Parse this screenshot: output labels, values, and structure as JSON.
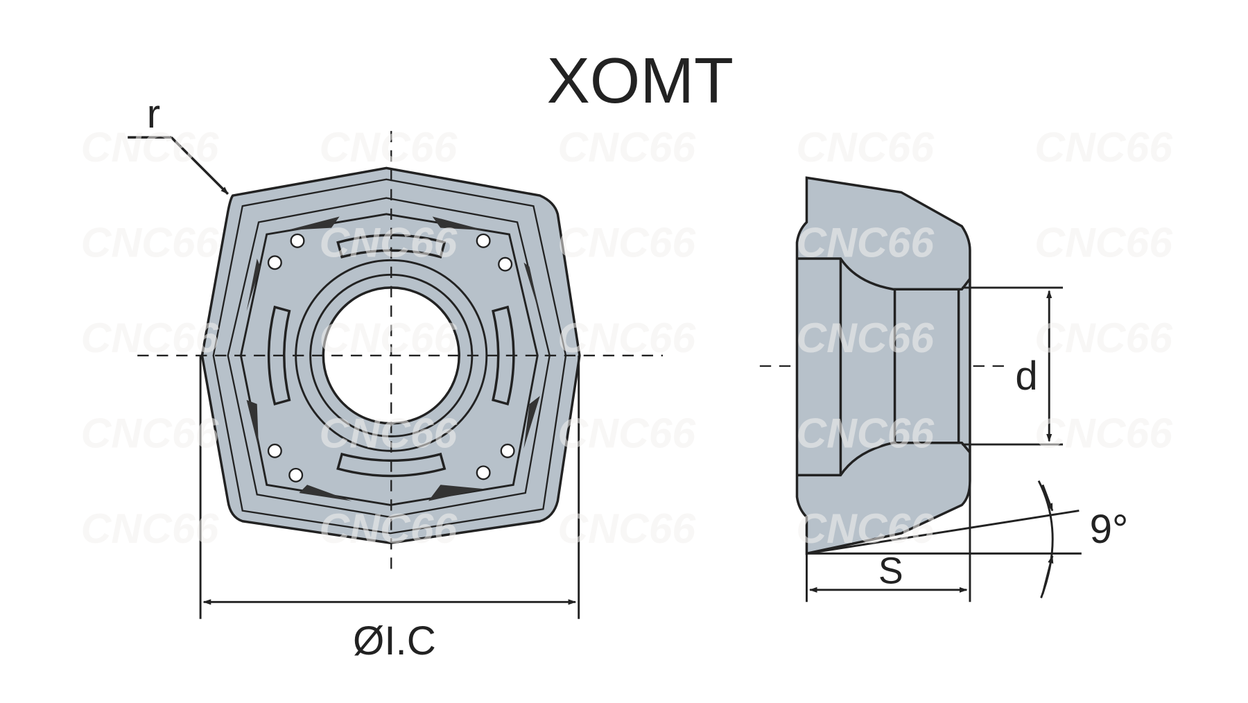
{
  "title": "XOMT",
  "watermark": "CNC66",
  "labels": {
    "radius": "r",
    "inscribed_circle": "ØI.C",
    "bore_diameter": "d",
    "thickness": "S",
    "clearance_angle": "9°"
  },
  "colors": {
    "insert_fill": "#b7c1ca",
    "line": "#222222"
  }
}
